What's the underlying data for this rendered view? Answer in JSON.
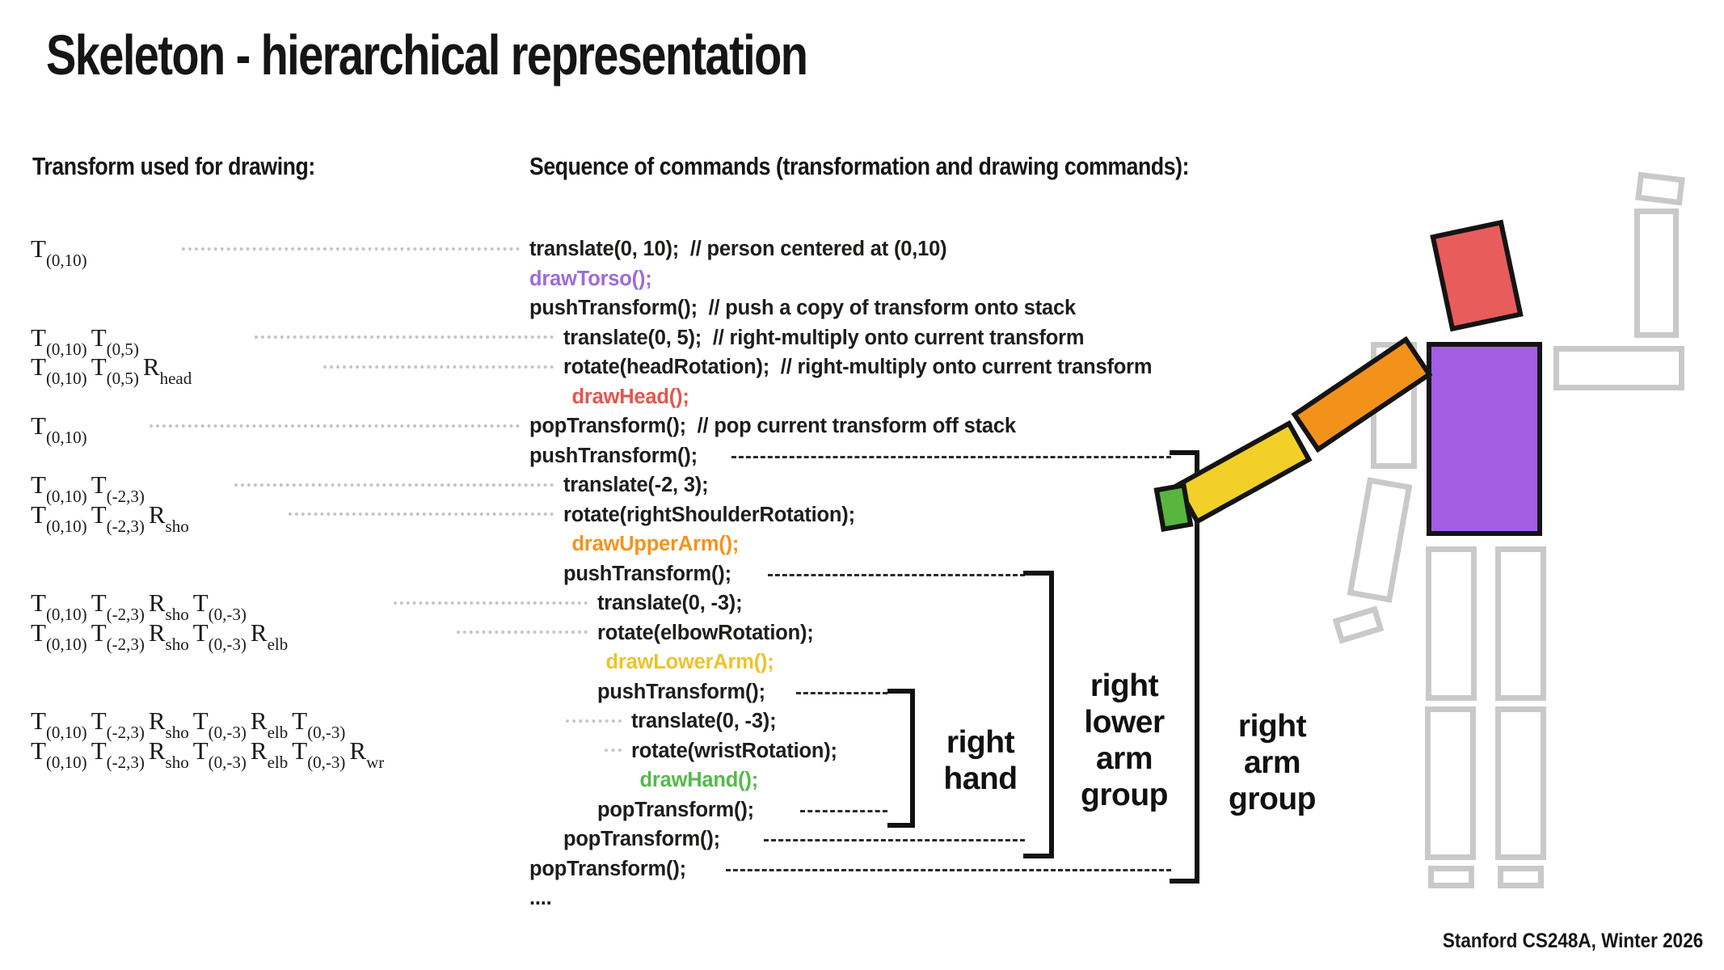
{
  "slide": {
    "title": "Skeleton - hierarchical representation",
    "left_header": "Transform used for drawing:",
    "right_header": "Sequence of commands (transformation and drawing commands):",
    "footer": "Stanford CS248A, Winter 2026"
  },
  "colors": {
    "black": "#1d1d1b",
    "purple": "#9e6bd6",
    "red": "#e6554d",
    "orange": "#f2941d",
    "yellow": "#eec32a",
    "green": "#55b94a",
    "gray_outline": "#c9c9c9",
    "fill_head": "#e85c5c",
    "fill_torso": "#a45ee5",
    "fill_upper_arm": "#f2921b",
    "fill_lower_arm": "#f2d028",
    "fill_hand": "#58b63e"
  },
  "transforms": {
    "rows": [
      {
        "segments": [
          {
            "b": "T",
            "s": "(0,10)"
          }
        ]
      },
      {
        "segments": [
          {
            "b": "T",
            "s": "(0,10)"
          },
          {
            "b": "T",
            "s": "(0,5)"
          }
        ]
      },
      {
        "segments": [
          {
            "b": "T",
            "s": "(0,10)"
          },
          {
            "b": "T",
            "s": "(0,5)"
          },
          {
            "b": "R",
            "s": "head"
          }
        ]
      },
      {
        "segments": [
          {
            "b": "T",
            "s": "(0,10)"
          }
        ]
      },
      {
        "segments": [
          {
            "b": "T",
            "s": "(0,10)"
          },
          {
            "b": "T",
            "s": "(-2,3)"
          }
        ]
      },
      {
        "segments": [
          {
            "b": "T",
            "s": "(0,10)"
          },
          {
            "b": "T",
            "s": "(-2,3)"
          },
          {
            "b": "R",
            "s": "sho"
          }
        ]
      },
      {
        "segments": [
          {
            "b": "T",
            "s": "(0,10)"
          },
          {
            "b": "T",
            "s": "(-2,3)"
          },
          {
            "b": "R",
            "s": "sho"
          },
          {
            "b": "T",
            "s": "(0,-3)"
          }
        ]
      },
      {
        "segments": [
          {
            "b": "T",
            "s": "(0,10)"
          },
          {
            "b": "T",
            "s": "(-2,3)"
          },
          {
            "b": "R",
            "s": "sho"
          },
          {
            "b": "T",
            "s": "(0,-3)"
          },
          {
            "b": "R",
            "s": "elb"
          }
        ]
      },
      {
        "segments": [
          {
            "b": "T",
            "s": "(0,10)"
          },
          {
            "b": "T",
            "s": "(-2,3)"
          },
          {
            "b": "R",
            "s": "sho"
          },
          {
            "b": "T",
            "s": "(0,-3)"
          },
          {
            "b": "R",
            "s": "elb"
          },
          {
            "b": "T",
            "s": "(0,-3)"
          }
        ]
      },
      {
        "segments": [
          {
            "b": "T",
            "s": "(0,10)"
          },
          {
            "b": "T",
            "s": "(-2,3)"
          },
          {
            "b": "R",
            "s": "sho"
          },
          {
            "b": "T",
            "s": "(0,-3)"
          },
          {
            "b": "R",
            "s": "elb"
          },
          {
            "b": "T",
            "s": "(0,-3)"
          },
          {
            "b": "R",
            "s": "wr"
          }
        ]
      }
    ]
  },
  "code": {
    "lines": [
      {
        "text": "translate(0, 10);  // person centered at (0,10)",
        "indent": 0,
        "color": "black"
      },
      {
        "text": "drawTorso();",
        "indent": 0,
        "color": "purple"
      },
      {
        "text": "pushTransform();  // push a copy of transform onto stack",
        "indent": 0,
        "color": "black"
      },
      {
        "text": "translate(0, 5);  // right-multiply onto current transform",
        "indent": 1,
        "color": "black"
      },
      {
        "text": "rotate(headRotation);  // right-multiply onto current transform",
        "indent": 1,
        "color": "black"
      },
      {
        "text": "drawHead();",
        "indent": 1.25,
        "color": "red"
      },
      {
        "text": "popTransform();  // pop current transform off stack",
        "indent": 0,
        "color": "black"
      },
      {
        "text": "pushTransform();",
        "indent": 0,
        "color": "black"
      },
      {
        "text": "translate(-2, 3);",
        "indent": 1,
        "color": "black"
      },
      {
        "text": "rotate(rightShoulderRotation);",
        "indent": 1,
        "color": "black"
      },
      {
        "text": "drawUpperArm();",
        "indent": 1.25,
        "color": "orange"
      },
      {
        "text": "pushTransform();",
        "indent": 1,
        "color": "black"
      },
      {
        "text": "translate(0, -3);",
        "indent": 2,
        "color": "black"
      },
      {
        "text": "rotate(elbowRotation);",
        "indent": 2,
        "color": "black"
      },
      {
        "text": "drawLowerArm();",
        "indent": 2.25,
        "color": "yellow"
      },
      {
        "text": "pushTransform();",
        "indent": 2,
        "color": "black"
      },
      {
        "text": "translate(0, -3);",
        "indent": 3,
        "color": "black"
      },
      {
        "text": "rotate(wristRotation);",
        "indent": 3,
        "color": "black"
      },
      {
        "text": "drawHand();",
        "indent": 3.25,
        "color": "green"
      },
      {
        "text": "popTransform();",
        "indent": 2,
        "color": "black"
      },
      {
        "text": "popTransform();",
        "indent": 1,
        "color": "black"
      },
      {
        "text": "popTransform();",
        "indent": 0,
        "color": "black"
      },
      {
        "text": "....",
        "indent": 0,
        "color": "black"
      }
    ]
  },
  "groups": {
    "hand": "right\nhand",
    "lower": "right\nlower\narm\ngroup",
    "arm": "right\narm\ngroup"
  },
  "figure": {
    "parts": [
      {
        "name": "left-hand-placeholder",
        "fill": null,
        "stroke": "#c9c9c9"
      },
      {
        "name": "left-forearm-placeholder",
        "fill": null,
        "stroke": "#c9c9c9"
      },
      {
        "name": "left-upper-arm-placeholder",
        "fill": null,
        "stroke": "#c9c9c9"
      },
      {
        "name": "right-upper-arm-placeholder",
        "fill": null,
        "stroke": "#c9c9c9"
      },
      {
        "name": "right-forearm-placeholder",
        "fill": null,
        "stroke": "#c9c9c9"
      },
      {
        "name": "right-hand-placeholder",
        "fill": null,
        "stroke": "#c9c9c9"
      },
      {
        "name": "right-thigh-placeholder",
        "fill": null,
        "stroke": "#c9c9c9"
      },
      {
        "name": "left-thigh-placeholder",
        "fill": null,
        "stroke": "#c9c9c9"
      },
      {
        "name": "right-shin-placeholder",
        "fill": null,
        "stroke": "#c9c9c9"
      },
      {
        "name": "left-shin-placeholder",
        "fill": null,
        "stroke": "#c9c9c9"
      },
      {
        "name": "right-foot-placeholder",
        "fill": null,
        "stroke": "#c9c9c9"
      },
      {
        "name": "left-foot-placeholder",
        "fill": null,
        "stroke": "#c9c9c9"
      },
      {
        "name": "head-rect",
        "fill": "#e85c5c",
        "stroke": "#141414"
      },
      {
        "name": "torso-rect",
        "fill": "#a45ee5",
        "stroke": "#141414"
      },
      {
        "name": "upper-arm-rect",
        "fill": "#f2921b",
        "stroke": "#141414"
      },
      {
        "name": "lower-arm-rect",
        "fill": "#f2d028",
        "stroke": "#141414"
      },
      {
        "name": "hand-rect",
        "fill": "#58b63e",
        "stroke": "#141414"
      }
    ]
  }
}
